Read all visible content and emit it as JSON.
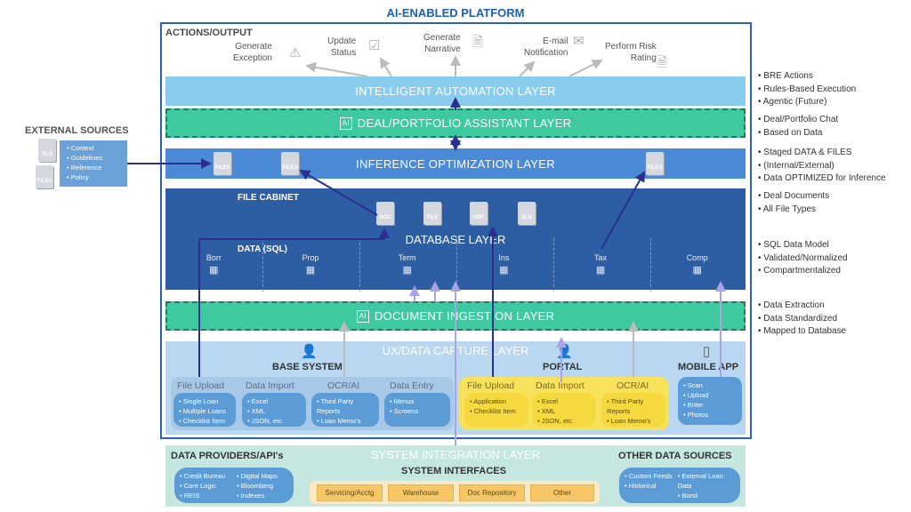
{
  "title": "AI-ENABLED PLATFORM",
  "actions": {
    "title": "ACTIONS/OUTPUT",
    "items": [
      {
        "label": "Generate\nException",
        "icon": "warning-icon"
      },
      {
        "label": "Update\nStatus",
        "icon": "checkbox-icon"
      },
      {
        "label": "Generate\nNarrative",
        "icon": "document-icon"
      },
      {
        "label": "E-mail\nNotification",
        "icon": "envelope-icon"
      },
      {
        "label": "Perform Risk\nRating",
        "icon": "document-icon"
      }
    ]
  },
  "layers": {
    "automation": "INTELLIGENT AUTOMATION LAYER",
    "deal": "DEAL/PORTFOLIO ASSISTANT LAYER",
    "inference": "INFERENCE OPTIMIZATION LAYER",
    "database": "DATABASE LAYER",
    "ingestion": "DOCUMENT INGESTION LAYER",
    "ux": "UX/DATA CAPTURE LAYER",
    "system": "SYSTEM INTEGRATION LAYER"
  },
  "ai_chip": "AI",
  "inference_files": [
    "FILES",
    "FILES",
    "FILES"
  ],
  "file_cabinet": {
    "label": "FILE CABINET",
    "files": [
      "DOC",
      "FILE",
      "PDF",
      "XLS"
    ]
  },
  "data_sql": {
    "label": "DATA (SQL)",
    "columns": [
      "Borr",
      "Prop",
      "Term",
      "Ins",
      "Tax",
      "Comp"
    ]
  },
  "ux": {
    "base_system": "BASE SYSTEM",
    "portal": "PORTAL",
    "mobile_app": "MOBILE APP",
    "groups": [
      {
        "head": "File Upload",
        "items": [
          "Single Loan",
          "Multiple Loans",
          "Checklist Item"
        ],
        "color": "blue"
      },
      {
        "head": "Data Import",
        "items": [
          "Excel",
          "XML",
          "JSON, etc."
        ],
        "color": "blue"
      },
      {
        "head": "OCR/AI",
        "items": [
          "Third Party Reports",
          "Loan Memo's"
        ],
        "color": "blue"
      },
      {
        "head": "Data Entry",
        "items": [
          "Menus",
          "Screens"
        ],
        "color": "blue"
      },
      {
        "head": "File Upload",
        "items": [
          "Application",
          "Checklist Item"
        ],
        "color": "yellow"
      },
      {
        "head": "Data Import",
        "items": [
          "Excel",
          "XML",
          "JSON, etc."
        ],
        "color": "yellow"
      },
      {
        "head": "OCR/AI",
        "items": [
          "Third Party Reports",
          "Loan Memo's"
        ],
        "color": "yellow"
      },
      {
        "head": "",
        "items": [
          "Scan",
          "Upload",
          "Enter",
          "Photos"
        ],
        "color": "blue"
      }
    ]
  },
  "external": {
    "title": "EXTERNAL SOURCES",
    "file_labels": [
      "XLS",
      "FILES"
    ],
    "items": [
      "Context",
      "Guidelines",
      "Reference",
      "Policy"
    ]
  },
  "right_notes": [
    [
      "BRE Actions",
      "Rules-Based Execution",
      "Agentic (Future)"
    ],
    [
      "Deal/Portfolio Chat",
      "Based on Data"
    ],
    [
      "Staged DATA & FILES",
      "(Internal/External)",
      "Data OPTIMIZED for Inference"
    ],
    [
      "Deal Documents",
      "All File Types"
    ],
    [
      "SQL Data Model",
      "Validated/Normalized",
      "Compartmentalized"
    ],
    [
      "Data Extraction",
      "Data Standardized",
      "Mapped to Database"
    ]
  ],
  "system": {
    "data_providers_title": "DATA PROVIDERS/API's",
    "data_providers_left": [
      "Credit Bureau",
      "Core Logic",
      "REIS"
    ],
    "data_providers_right": [
      "Digital Maps",
      "Bloomberg",
      "Indexes"
    ],
    "interfaces_title": "SYSTEM INTERFACES",
    "interfaces": [
      "Servicing/Acctg",
      "Warehouse",
      "Doc Repository",
      "Other"
    ],
    "other_title": "OTHER DATA SOURCES",
    "other_left": [
      "Custom Feeds",
      "Historical"
    ],
    "other_right": [
      "External Loan Data",
      "Bond"
    ]
  },
  "colors": {
    "platform_border": "#2a63b6",
    "automation": "#89ccee",
    "assistant": "#3ec9a0",
    "inference": "#4a8ad6",
    "database": "#2d5da3",
    "ux": "#b9d7f0",
    "portal": "#f9e25b",
    "system": "#c6e7e0",
    "arrow_dark": "#2b2f8f",
    "arrow_light": "#a9a4e6"
  }
}
